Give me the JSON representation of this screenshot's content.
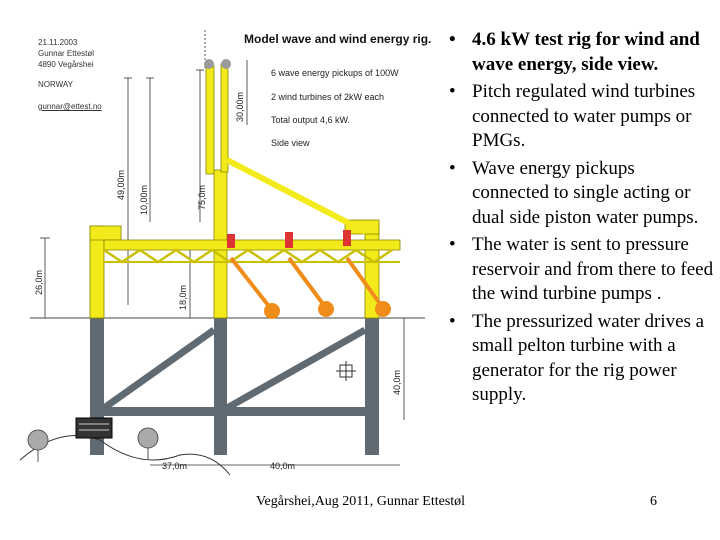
{
  "diagram": {
    "title": "Model wave and wind energy rig.",
    "meta_lines": [
      "21.11.2003",
      "Gunnar Ettestøl",
      "4890 Vegårshei",
      "NORWAY",
      "gunnar@ettest.no"
    ],
    "spec_lines": [
      "6 wave energy pickups of 100W",
      "2 wind turbines of 2kW each",
      "Total output 4,6 kW.",
      "Side view"
    ],
    "dimensions": {
      "d1": "30,00m",
      "d2": "49,00m",
      "d3": "10,00m",
      "d4": "75,0m",
      "d5": "26,0m",
      "d6": "18,0m",
      "d7": "40,0m",
      "d8": "37,0m",
      "d9": "40,0m"
    }
  },
  "bullets": [
    {
      "text": "4.6 kW test rig for wind and wave energy,  side view.",
      "bold": true
    },
    {
      "text": "Pitch regulated wind turbines connected to water pumps or PMGs.",
      "bold": false
    },
    {
      "text": "Wave energy pickups connected to single acting or dual side piston water pumps.",
      "bold": false
    },
    {
      "text": "The water is sent to pressure reservoir and from there to feed the wind turbine pumps .",
      "bold": false
    },
    {
      "text": "The pressurized water drives a small pelton turbine with a generator for the rig power supply.",
      "bold": false
    }
  ],
  "footer": {
    "text": "Vegårshei,Aug 2011, Gunnar Ettestøl",
    "page_number": "6"
  },
  "colors": {
    "structure_yellow": "#f2ea1a",
    "submerged_gray": "#5f6a73",
    "float_orange": "#f08c1a",
    "turbine_gray": "#9a9a9a"
  }
}
